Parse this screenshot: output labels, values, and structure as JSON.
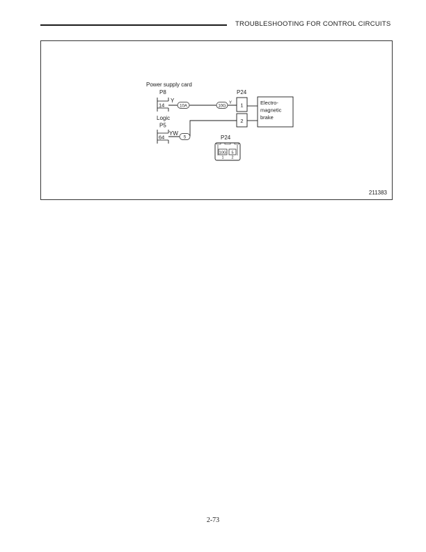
{
  "header": {
    "title": "TROUBLESHOOTING FOR CONTROL CIRCUITS"
  },
  "diagram": {
    "power_supply_card_label": "Power supply card",
    "p8": {
      "label": "P8",
      "pin": "14",
      "wire": "Y",
      "splice": "10A"
    },
    "logic_label": "Logic",
    "p5": {
      "label": "P5",
      "pin": "64",
      "wire": "YW",
      "splice": "5"
    },
    "p24": {
      "label": "P24",
      "terminal_1": "1",
      "terminal_2": "2",
      "wire": "Y",
      "splice": "10G"
    },
    "brake": {
      "line1": "Electro-",
      "line2": "magnetic",
      "line3": "brake"
    },
    "connector_view": {
      "label": "P24",
      "cell_1": "10G",
      "cell_2": "5",
      "pin_1": "1",
      "pin_2": "2"
    },
    "figure_id": "211383"
  },
  "footer": {
    "page_number": "2-73"
  }
}
